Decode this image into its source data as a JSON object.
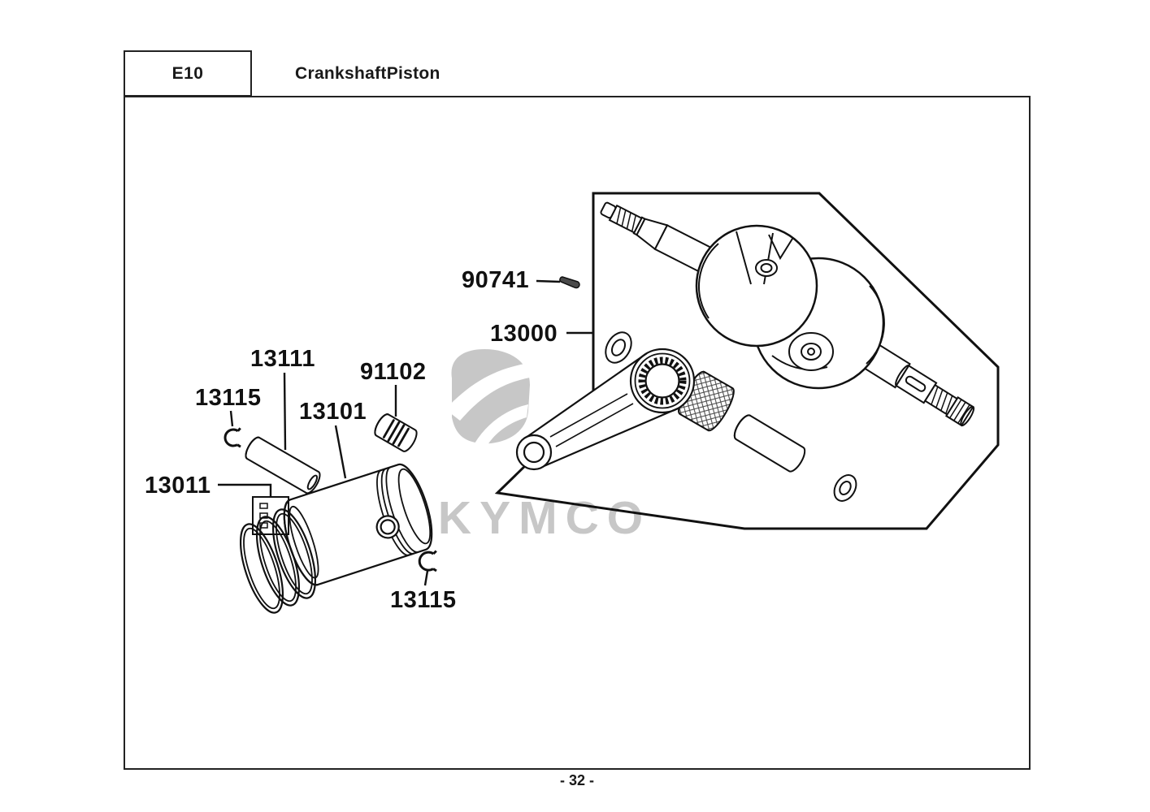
{
  "header": {
    "section_code": "E10",
    "title": "CrankshaftPiston"
  },
  "footer": {
    "page_number": "- 32 -"
  },
  "watermark": {
    "brand": "KYMCO",
    "color": "#c7c7c7"
  },
  "diagram": {
    "labels": {
      "woodruff_key": "90741",
      "crankshaft_assembly": "13000",
      "piston_pin": "13111",
      "needle_bearing": "91102",
      "circlip_upper": "13115",
      "piston": "13101",
      "piston_ring_set": "13011",
      "circlip_lower": "13115"
    }
  }
}
